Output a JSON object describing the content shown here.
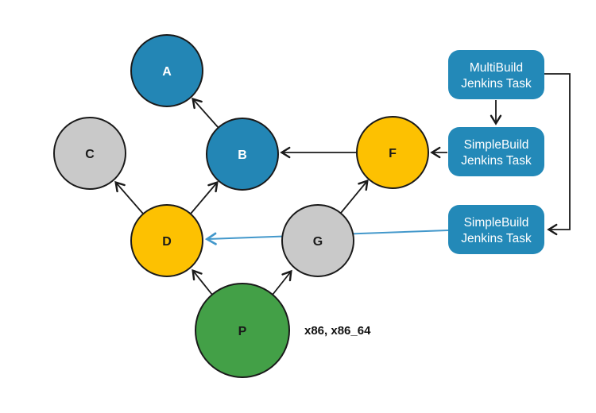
{
  "diagram": {
    "nodes": {
      "A": {
        "label": "A",
        "color": "#2386b5",
        "text_color": "#ffffff",
        "kind": "built-package"
      },
      "B": {
        "label": "B",
        "color": "#2386b5",
        "text_color": "#ffffff",
        "kind": "built-package"
      },
      "C": {
        "label": "C",
        "color": "#c9c9c9",
        "text_color": "#1a1a1a",
        "kind": "unbuilt-package"
      },
      "D": {
        "label": "D",
        "color": "#fdc101",
        "text_color": "#1a1a1a",
        "kind": "building-package"
      },
      "F": {
        "label": "F",
        "color": "#fdc101",
        "text_color": "#1a1a1a",
        "kind": "building-package"
      },
      "G": {
        "label": "G",
        "color": "#c9c9c9",
        "text_color": "#1a1a1a",
        "kind": "unbuilt-package"
      },
      "P": {
        "label": "P",
        "color": "#43a047",
        "text_color": "#1a1a1a",
        "kind": "root-package"
      }
    },
    "tasks": [
      {
        "line1": "MultiBuild",
        "line2": "Jenkins Task",
        "color": "#2389b8"
      },
      {
        "line1": "SimpleBuild",
        "line2": "Jenkins Task",
        "color": "#2389b8"
      },
      {
        "line1": "SimpleBuild",
        "line2": "Jenkins Task",
        "color": "#2389b8"
      }
    ],
    "annotation": "x86, x86_64",
    "colors": {
      "edge_black": "#1a1a1a",
      "edge_blue": "#4398cb",
      "background": "#ffffff"
    },
    "edges": [
      {
        "from": "B",
        "to": "A",
        "color": "black"
      },
      {
        "from": "F",
        "to": "B",
        "color": "black"
      },
      {
        "from": "D",
        "to": "C",
        "color": "black"
      },
      {
        "from": "D",
        "to": "B",
        "color": "black"
      },
      {
        "from": "G",
        "to": "F",
        "color": "black"
      },
      {
        "from": "P",
        "to": "D",
        "color": "black"
      },
      {
        "from": "P",
        "to": "G",
        "color": "black"
      },
      {
        "from": "multibuild-task",
        "to": "simplebuild-task-1",
        "color": "black"
      },
      {
        "from": "simplebuild-task-1",
        "to": "F",
        "color": "black"
      },
      {
        "from": "multibuild-task",
        "to": "simplebuild-task-2",
        "color": "black"
      },
      {
        "from": "simplebuild-task-2",
        "to": "D",
        "color": "blue"
      }
    ]
  }
}
